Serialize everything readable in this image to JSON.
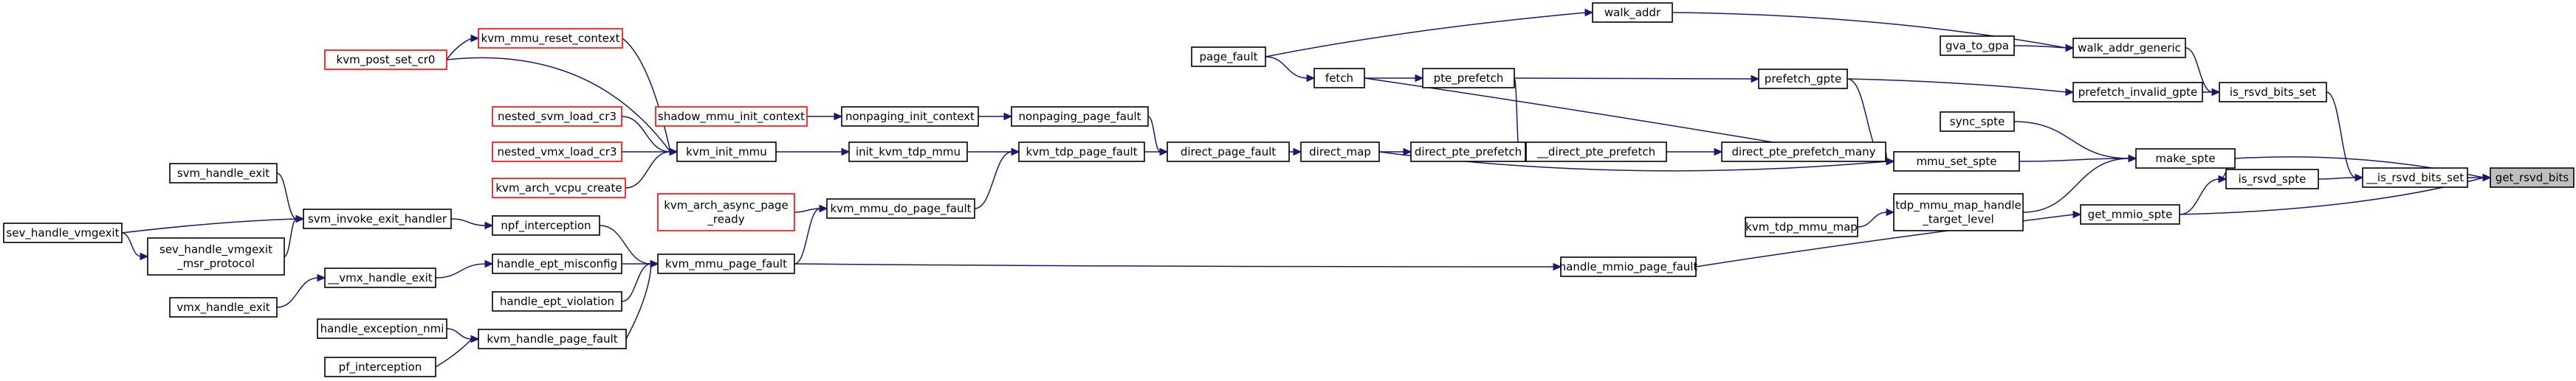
{
  "diagram": {
    "type": "call-graph",
    "colors": {
      "edge": "#191970",
      "node_border": "#000000",
      "node_border_external": "#ff0000",
      "highlight_fill": "#bfbfbf",
      "node_fill": "#ffffff"
    },
    "nodes": [
      {
        "id": "get_rsvd_bits",
        "label": "get_rsvd_bits",
        "highlight": true
      },
      {
        "id": "__is_rsvd_bits_set",
        "label": "__is_rsvd_bits_set"
      },
      {
        "id": "make_spte",
        "label": "make_spte"
      },
      {
        "id": "get_mmio_spte",
        "label": "get_mmio_spte"
      },
      {
        "id": "is_rsvd_bits_set",
        "label": "is_rsvd_bits_set"
      },
      {
        "id": "is_rsvd_spte",
        "label": "is_rsvd_spte"
      },
      {
        "id": "walk_addr_generic",
        "label": "walk_addr_generic"
      },
      {
        "id": "prefetch_invalid_gpte",
        "label": "prefetch_invalid_gpte"
      },
      {
        "id": "walk_addr",
        "label": "walk_addr"
      },
      {
        "id": "gva_to_gpa",
        "label": "gva_to_gpa"
      },
      {
        "id": "sync_spte",
        "label": "sync_spte"
      },
      {
        "id": "mmu_set_spte",
        "label": "mmu_set_spte"
      },
      {
        "id": "tdp_mmu_map_handle",
        "label": "tdp_mmu_map_handle\n_target_level"
      },
      {
        "id": "handle_mmio_page_fault",
        "label": "handle_mmio_page_fault"
      },
      {
        "id": "prefetch_gpte",
        "label": "prefetch_gpte"
      },
      {
        "id": "direct_pte_prefetch_many",
        "label": "direct_pte_prefetch_many"
      },
      {
        "id": "kvm_tdp_mmu_map",
        "label": "kvm_tdp_mmu_map"
      },
      {
        "id": "page_fault",
        "label": "page_fault"
      },
      {
        "id": "fetch",
        "label": "fetch"
      },
      {
        "id": "pte_prefetch",
        "label": "pte_prefetch"
      },
      {
        "id": "__direct_pte_prefetch",
        "label": "__direct_pte_prefetch"
      },
      {
        "id": "direct_map",
        "label": "direct_map"
      },
      {
        "id": "direct_pte_prefetch",
        "label": "direct_pte_prefetch"
      },
      {
        "id": "direct_page_fault",
        "label": "direct_page_fault"
      },
      {
        "id": "nonpaging_page_fault",
        "label": "nonpaging_page_fault"
      },
      {
        "id": "kvm_tdp_page_fault",
        "label": "kvm_tdp_page_fault"
      },
      {
        "id": "nonpaging_init_context",
        "label": "nonpaging_init_context"
      },
      {
        "id": "init_kvm_tdp_mmu",
        "label": "init_kvm_tdp_mmu"
      },
      {
        "id": "kvm_mmu_do_page_fault",
        "label": "kvm_mmu_do_page_fault"
      },
      {
        "id": "kvm_mmu_page_fault",
        "label": "kvm_mmu_page_fault"
      },
      {
        "id": "shadow_mmu_init_context",
        "label": "shadow_mmu_init_context",
        "external": true
      },
      {
        "id": "kvm_init_mmu",
        "label": "kvm_init_mmu"
      },
      {
        "id": "kvm_arch_async_page_ready",
        "label": "kvm_arch_async_page\n_ready",
        "external": true
      },
      {
        "id": "kvm_mmu_reset_context",
        "label": "kvm_mmu_reset_context",
        "external": true
      },
      {
        "id": "kvm_post_set_cr0",
        "label": "kvm_post_set_cr0",
        "external": true
      },
      {
        "id": "nested_svm_load_cr3",
        "label": "nested_svm_load_cr3",
        "external": true
      },
      {
        "id": "nested_vmx_load_cr3",
        "label": "nested_vmx_load_cr3",
        "external": true
      },
      {
        "id": "kvm_arch_vcpu_create",
        "label": "kvm_arch_vcpu_create",
        "external": true
      },
      {
        "id": "npf_interception",
        "label": "npf_interception"
      },
      {
        "id": "handle_ept_misconfig",
        "label": "handle_ept_misconfig"
      },
      {
        "id": "handle_ept_violation",
        "label": "handle_ept_violation"
      },
      {
        "id": "kvm_handle_page_fault",
        "label": "kvm_handle_page_fault"
      },
      {
        "id": "svm_invoke_exit_handler",
        "label": "svm_invoke_exit_handler"
      },
      {
        "id": "__vmx_handle_exit",
        "label": "__vmx_handle_exit"
      },
      {
        "id": "handle_exception_nmi",
        "label": "handle_exception_nmi"
      },
      {
        "id": "pf_interception",
        "label": "pf_interception"
      },
      {
        "id": "svm_handle_exit",
        "label": "svm_handle_exit"
      },
      {
        "id": "sev_handle_vmgexit_msr_protocol",
        "label": "sev_handle_vmgexit\n_msr_protocol"
      },
      {
        "id": "vmx_handle_exit",
        "label": "vmx_handle_exit"
      },
      {
        "id": "sev_handle_vmgexit",
        "label": "sev_handle_vmgexit"
      }
    ],
    "edges": [
      [
        "__is_rsvd_bits_set",
        "get_rsvd_bits"
      ],
      [
        "make_spte",
        "get_rsvd_bits"
      ],
      [
        "get_mmio_spte",
        "get_rsvd_bits"
      ],
      [
        "is_rsvd_bits_set",
        "__is_rsvd_bits_set"
      ],
      [
        "is_rsvd_spte",
        "__is_rsvd_bits_set"
      ],
      [
        "walk_addr_generic",
        "is_rsvd_bits_set"
      ],
      [
        "prefetch_invalid_gpte",
        "is_rsvd_bits_set"
      ],
      [
        "walk_addr",
        "walk_addr_generic"
      ],
      [
        "gva_to_gpa",
        "walk_addr_generic"
      ],
      [
        "prefetch_gpte",
        "prefetch_invalid_gpte"
      ],
      [
        "page_fault",
        "walk_addr"
      ],
      [
        "make_spte",
        "is_rsvd_spte"
      ],
      [
        "get_mmio_spte",
        "is_rsvd_spte"
      ],
      [
        "sync_spte",
        "make_spte"
      ],
      [
        "mmu_set_spte",
        "make_spte"
      ],
      [
        "tdp_mmu_map_handle",
        "make_spte"
      ],
      [
        "handle_mmio_page_fault",
        "get_mmio_spte"
      ],
      [
        "prefetch_gpte",
        "mmu_set_spte"
      ],
      [
        "direct_pte_prefetch_many",
        "mmu_set_spte"
      ],
      [
        "fetch",
        "mmu_set_spte"
      ],
      [
        "direct_map",
        "mmu_set_spte"
      ],
      [
        "kvm_tdp_mmu_map",
        "tdp_mmu_map_handle"
      ],
      [
        "kvm_mmu_page_fault",
        "handle_mmio_page_fault"
      ],
      [
        "pte_prefetch",
        "prefetch_gpte"
      ],
      [
        "__direct_pte_prefetch",
        "direct_pte_prefetch_many"
      ],
      [
        "page_fault",
        "fetch"
      ],
      [
        "fetch",
        "pte_prefetch"
      ],
      [
        "pte_prefetch",
        "__direct_pte_prefetch"
      ],
      [
        "direct_pte_prefetch",
        "__direct_pte_prefetch"
      ],
      [
        "direct_map",
        "direct_pte_prefetch"
      ],
      [
        "direct_page_fault",
        "direct_map"
      ],
      [
        "nonpaging_page_fault",
        "direct_page_fault"
      ],
      [
        "kvm_tdp_page_fault",
        "direct_page_fault"
      ],
      [
        "nonpaging_init_context",
        "nonpaging_page_fault"
      ],
      [
        "init_kvm_tdp_mmu",
        "kvm_tdp_page_fault"
      ],
      [
        "kvm_mmu_do_page_fault",
        "kvm_tdp_page_fault"
      ],
      [
        "shadow_mmu_init_context",
        "nonpaging_init_context"
      ],
      [
        "kvm_init_mmu",
        "init_kvm_tdp_mmu"
      ],
      [
        "kvm_arch_async_page_ready",
        "kvm_mmu_do_page_fault"
      ],
      [
        "kvm_mmu_page_fault",
        "kvm_mmu_do_page_fault"
      ],
      [
        "kvm_mmu_reset_context",
        "kvm_init_mmu"
      ],
      [
        "kvm_post_set_cr0",
        "kvm_init_mmu"
      ],
      [
        "nested_svm_load_cr3",
        "kvm_init_mmu"
      ],
      [
        "nested_vmx_load_cr3",
        "kvm_init_mmu"
      ],
      [
        "kvm_arch_vcpu_create",
        "kvm_init_mmu"
      ],
      [
        "kvm_post_set_cr0",
        "kvm_mmu_reset_context"
      ],
      [
        "npf_interception",
        "kvm_mmu_page_fault"
      ],
      [
        "handle_ept_misconfig",
        "kvm_mmu_page_fault"
      ],
      [
        "handle_ept_violation",
        "kvm_mmu_page_fault"
      ],
      [
        "kvm_handle_page_fault",
        "kvm_mmu_page_fault"
      ],
      [
        "svm_invoke_exit_handler",
        "npf_interception"
      ],
      [
        "__vmx_handle_exit",
        "handle_ept_misconfig"
      ],
      [
        "handle_exception_nmi",
        "kvm_handle_page_fault"
      ],
      [
        "pf_interception",
        "kvm_handle_page_fault"
      ],
      [
        "svm_handle_exit",
        "svm_invoke_exit_handler"
      ],
      [
        "sev_handle_vmgexit_msr_protocol",
        "svm_invoke_exit_handler"
      ],
      [
        "sev_handle_vmgexit",
        "svm_invoke_exit_handler"
      ],
      [
        "vmx_handle_exit",
        "__vmx_handle_exit"
      ],
      [
        "sev_handle_vmgexit",
        "sev_handle_vmgexit_msr_protocol"
      ]
    ]
  }
}
